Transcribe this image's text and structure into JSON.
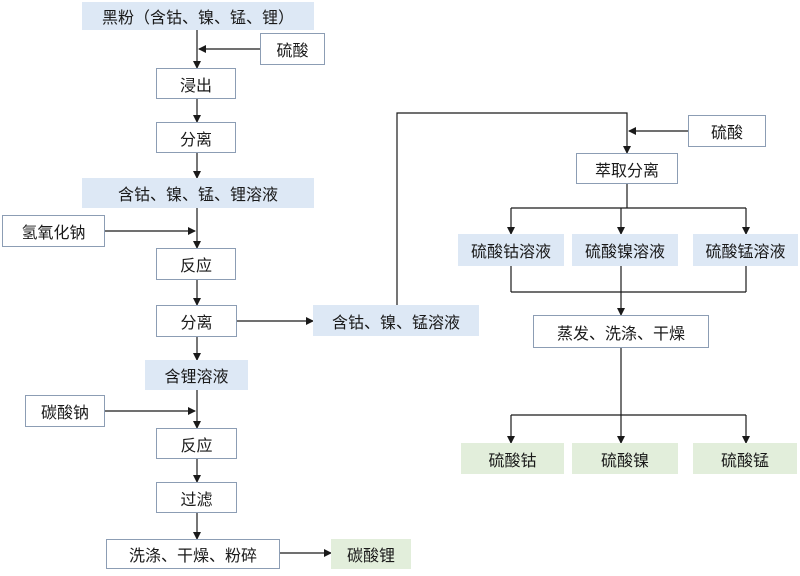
{
  "nodes": {
    "black_powder": "黑粉（含钴、镍、锰、锂）",
    "acid_1": "硫酸",
    "leach": "浸出",
    "separate_1": "分离",
    "mixed_solution": "含钴、镍、锰、锂溶液",
    "naoh": "氢氧化钠",
    "react_1": "反应",
    "separate_2": "分离",
    "li_solution": "含锂溶液",
    "na2co3": "碳酸钠",
    "react_2": "反应",
    "filter": "过滤",
    "wash_dry_grind": "洗涤、干燥、粉碎",
    "li2co3": "碳酸锂",
    "co_ni_mn_solution": "含钴、镍、锰溶液",
    "acid_2": "硫酸",
    "extract_separate": "萃取分离",
    "coso4_solution": "硫酸钴溶液",
    "niso4_solution": "硫酸镍溶液",
    "mnso4_solution": "硫酸锰溶液",
    "evap_wash_dry": "蒸发、洗涤、干燥",
    "coso4": "硫酸钴",
    "niso4": "硫酸镍",
    "mnso4": "硫酸锰"
  },
  "colors": {
    "outline_border": "#8c9db4",
    "blue_fill": "#dde8f5",
    "green_fill": "#e2eedb",
    "line": "#1a1a1a"
  }
}
